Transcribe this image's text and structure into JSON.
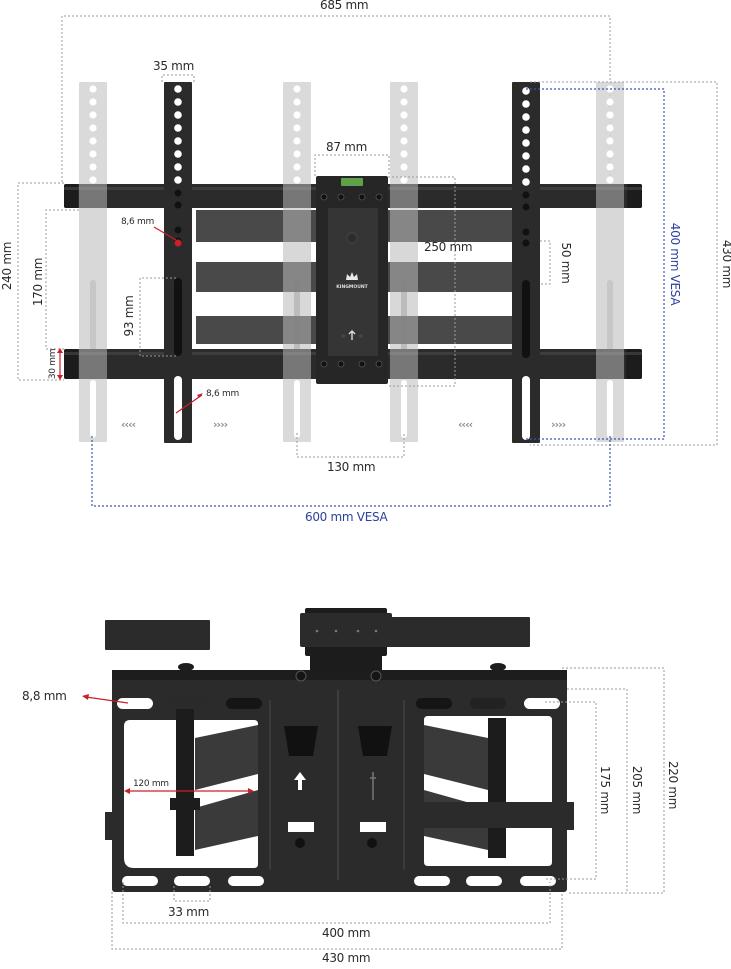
{
  "brand": "KINGMOUNT",
  "top_view": {
    "dimensions": {
      "overall_width": "685 mm",
      "rail_width": "35 mm",
      "plate_width": "87 mm",
      "hole_diameter_top": "8,6 mm",
      "hole_diameter_slot": "8,6 mm",
      "left_height_outer": "240 mm",
      "left_height_inner": "170 mm",
      "bar_thickness": "30 mm",
      "slot_length": "93 mm",
      "plate_height": "250 mm",
      "arm_gap": "50 mm",
      "vesa_vertical": "400 mm VESA",
      "overall_height": "430 mm",
      "plate_bottom_width": "130 mm",
      "vesa_horizontal": "600 mm VESA"
    },
    "arrows": {
      "left_in": "‹‹‹‹",
      "left_out": "››››",
      "right_in": "‹‹‹‹",
      "right_out": "››››"
    }
  },
  "bottom_view": {
    "dimensions": {
      "slot_hole": "8,8 mm",
      "arm_span": "120 mm",
      "slot_spacing": "33 mm",
      "inner_width": "400 mm",
      "outer_width": "430 mm",
      "inner_height": "175 mm",
      "mid_height": "205 mm",
      "outer_height": "220 mm"
    }
  },
  "colors": {
    "metal": "#2b2b2b",
    "dimension_line": "#9a9a9a",
    "vesa_blue": "#2b3f9e",
    "indicator_red": "#c8202a",
    "ghost_rail": "#d4d4d4"
  }
}
